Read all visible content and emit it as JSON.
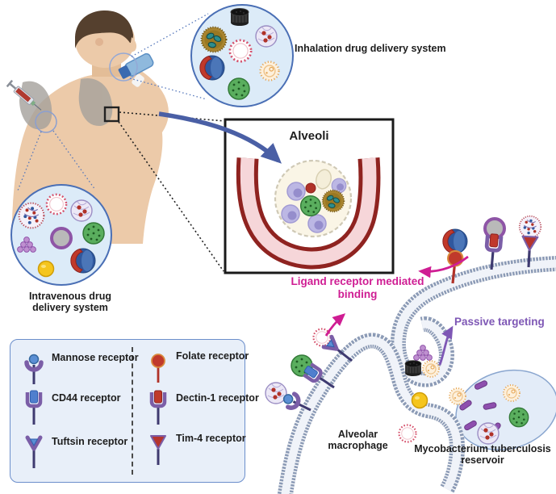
{
  "labels": {
    "inhalation": "Inhalation drug delivery system",
    "intravenous": "Intravenous drug delivery system",
    "alveoli": "Alveoli",
    "ligand_binding": "Ligand receptor mediated binding",
    "passive_targeting": "Passive targeting",
    "alveolar_macrophage": "Alveolar macrophage",
    "reservoir": "Mycobacterium tuberculosis reservoir"
  },
  "legend": {
    "items": [
      {
        "label": "Mannose receptor",
        "icon": "mannose-receptor-icon"
      },
      {
        "label": "CD44 receptor",
        "icon": "cd44-receptor-icon"
      },
      {
        "label": "Tuftsin receptor",
        "icon": "tuftsin-receptor-icon"
      },
      {
        "label": "Folate receptor",
        "icon": "folate-receptor-icon"
      },
      {
        "label": "Dectin-1 receptor",
        "icon": "dectin1-receptor-icon"
      },
      {
        "label": "Tim-4 receptor",
        "icon": "tim4-receptor-icon"
      }
    ]
  },
  "colors": {
    "ligand_text": "#cf1d93",
    "passive_text": "#7e57b5",
    "label_text": "#1d1d1d",
    "zoom_circle_fill": "#dcebf8",
    "zoom_circle_stroke": "#4a6fb5",
    "legend_bg": "#e8eff9",
    "legend_border": "#6b8ecb",
    "membrane_bead": "#8c9bb6",
    "receptor_purple": "#7b5ea7",
    "receptor_red": "#c0392b",
    "arrow_blue": "#4a5fa5",
    "reservoir_fill": "#e3ecf8",
    "bacteria_rod": "#8e4fae"
  }
}
